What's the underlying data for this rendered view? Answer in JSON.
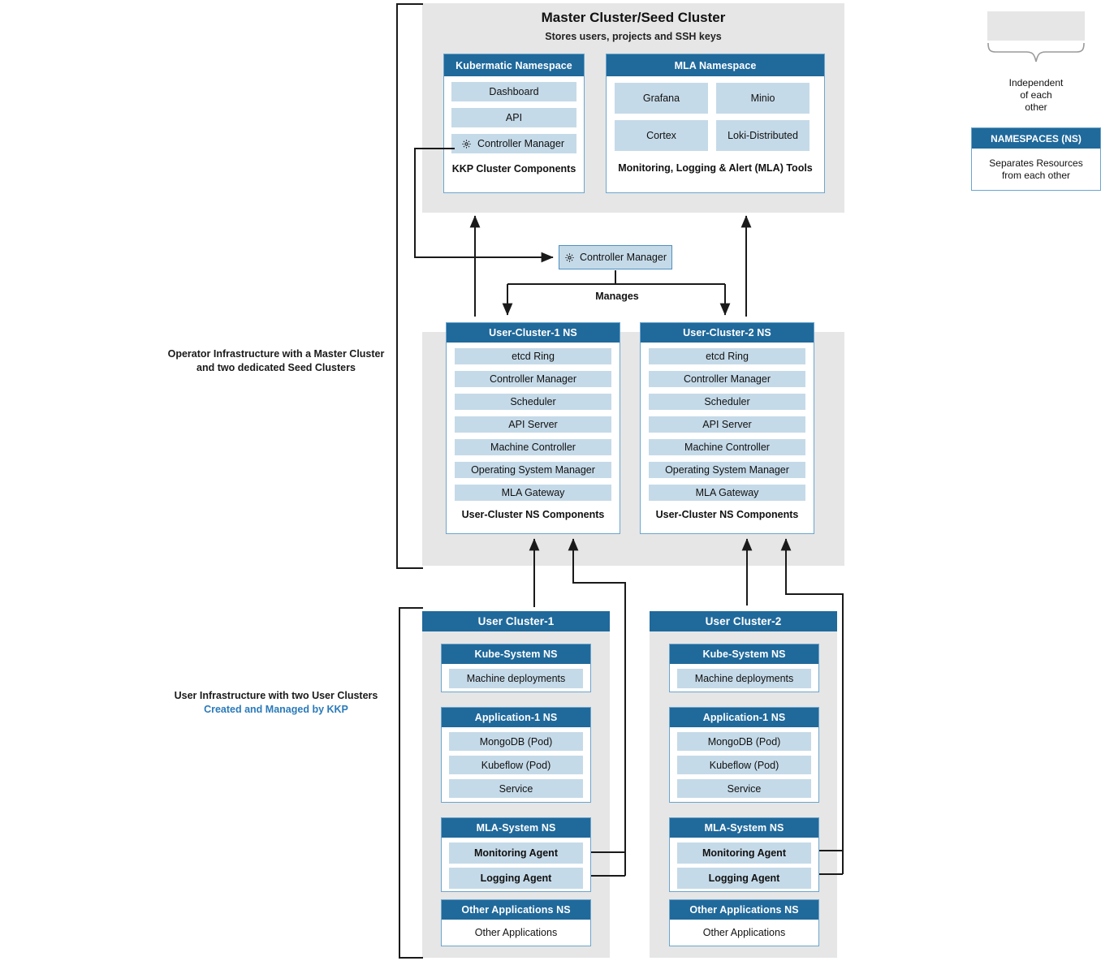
{
  "master": {
    "title": "Master Cluster/Seed Cluster",
    "subtitle": "Stores users, projects and SSH keys",
    "namespaces": [
      {
        "header": "Kubermatic Namespace",
        "items": [
          "Dashboard",
          "API",
          "Controller Manager"
        ],
        "icon_item": "Controller Manager",
        "footer": "KKP Cluster Components"
      },
      {
        "header": "MLA Namespace",
        "items": [
          "Grafana",
          "Minio",
          "Cortex",
          "Loki-Distributed"
        ],
        "footer": "Monitoring, Logging & Alert (MLA) Tools"
      }
    ]
  },
  "controller_manager": {
    "label": "Controller Manager",
    "icon": "gear-icon",
    "edge_label": "Manages"
  },
  "seed_namespaces": [
    {
      "header": "User-Cluster-1 NS",
      "items": [
        "etcd Ring",
        "Controller Manager",
        "Scheduler",
        "API Server",
        "Machine Controller",
        "Operating System Manager",
        "MLA Gateway"
      ],
      "footer": "User-Cluster NS Components"
    },
    {
      "header": "User-Cluster-2 NS",
      "items": [
        "etcd Ring",
        "Controller Manager",
        "Scheduler",
        "API Server",
        "Machine Controller",
        "Operating System Manager",
        "MLA Gateway"
      ],
      "footer": "User-Cluster NS Components"
    }
  ],
  "user_clusters": [
    {
      "header": "User Cluster-1",
      "namespaces": [
        {
          "header": "Kube-System NS",
          "items": [
            "Machine deployments"
          ],
          "plain": false
        },
        {
          "header": "Application-1 NS",
          "items": [
            "MongoDB (Pod)",
            "Kubeflow (Pod)",
            "Service"
          ],
          "plain": false
        },
        {
          "header": "MLA-System NS",
          "items": [
            "Monitoring Agent",
            "Logging Agent"
          ],
          "plain": false
        },
        {
          "header": "Other Applications NS",
          "items": [
            "Other Applications"
          ],
          "plain": true
        }
      ]
    },
    {
      "header": "User Cluster-2",
      "namespaces": [
        {
          "header": "Kube-System NS",
          "items": [
            "Machine deployments"
          ],
          "plain": false
        },
        {
          "header": "Application-1 NS",
          "items": [
            "MongoDB (Pod)",
            "Kubeflow (Pod)",
            "Service"
          ],
          "plain": false
        },
        {
          "header": "MLA-System NS",
          "items": [
            "Monitoring Agent",
            "Logging Agent"
          ],
          "plain": false
        },
        {
          "header": "Other Applications NS",
          "items": [
            "Other Applications"
          ],
          "plain": true
        }
      ]
    }
  ],
  "side_labels": {
    "operator_line1": "Operator Infrastructure with a Master Cluster",
    "operator_line2": "and two dedicated Seed Clusters",
    "user_line1": "User Infrastructure with two User Clusters",
    "user_line2": "Created and Managed by KKP"
  },
  "legend": {
    "brace_text_line1": "Independent",
    "brace_text_line2": "of each",
    "brace_text_line3": "other",
    "ns_header": "NAMESPACES (NS)",
    "ns_body_line1": "Separates Resources",
    "ns_body_line2": "from each other"
  },
  "colors": {
    "header_blue": "#20699b",
    "chip_blue": "#c5dae8",
    "panel_gray": "#e6e6e6",
    "accent_link_blue": "#2a7ab9"
  }
}
